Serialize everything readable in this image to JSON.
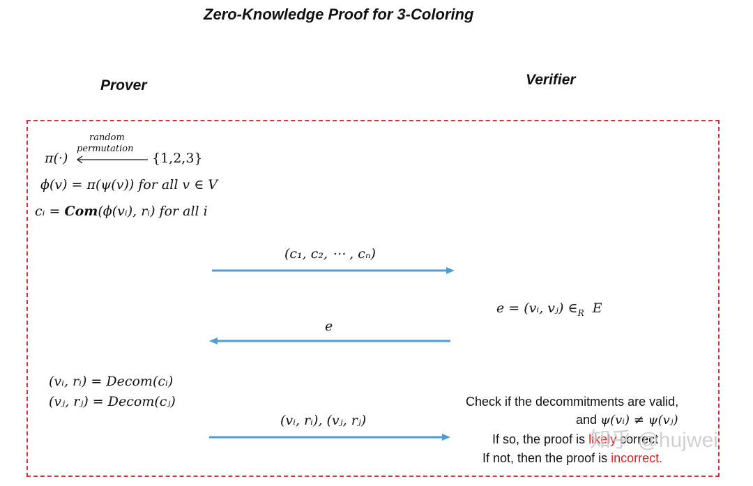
{
  "title": "Zero-Knowledge Proof for 3-Coloring",
  "prover_label": "Prover",
  "verifier_label": "Verifier",
  "prover": {
    "perm_top": "random",
    "perm_bottom": "permutation",
    "perm_left": "π(·)",
    "perm_right": "{1,2,3}",
    "phi_eq": "ϕ(v) = π(ψ(v)) for all v ∈ V",
    "commit_prefix": "cᵢ = ",
    "commit_bold": "Com",
    "commit_suffix": "(ϕ(vᵢ), rᵢ) for all i",
    "decom_i": "(vᵢ, rᵢ) = Decom(cᵢ)",
    "decom_j": "(vⱼ, rⱼ) = Decom(cⱼ)"
  },
  "messages": {
    "commitments": "(c₁, c₂, ⋯ , cₙ)",
    "challenge": "e",
    "openings": "(vᵢ, rᵢ), (vⱼ, rⱼ)"
  },
  "verifier": {
    "challenge_eq": "e = (vᵢ, vⱼ) ∈",
    "challenge_sub": "R",
    "challenge_set": "E",
    "check_line1": "Check if the decommitments are valid,",
    "check_line2_prefix": "and ",
    "check_line2_math": "ψ(vᵢ) ≠ ψ(vⱼ)",
    "ok_prefix": "If so, the proof is ",
    "ok_word": "likely",
    "ok_suffix": " correct",
    "bad_prefix": "If not, then the proof is ",
    "bad_word": "incorrect."
  },
  "watermark": "知乎 @hujwei",
  "colors": {
    "frame": "#d23434",
    "arrow": "#4a9fd4",
    "highlight": "#e02020"
  }
}
